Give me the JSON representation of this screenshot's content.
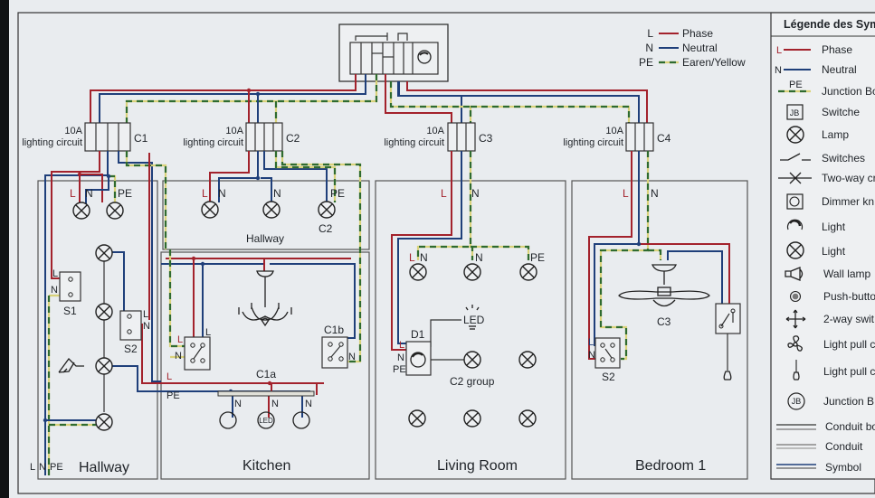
{
  "wire_key": {
    "items": [
      {
        "code": "L",
        "label": "Phase",
        "color": "#a3222c"
      },
      {
        "code": "N",
        "label": "Neutral",
        "color": "#1f3f7a"
      },
      {
        "code": "PE",
        "label": "Earen/Yellow",
        "color": "#2f6b2f"
      }
    ]
  },
  "colors": {
    "phase": "#a3222c",
    "neutral": "#1f3f7a",
    "earth_green": "#2f6b2f",
    "earth_yellow": "#d9d27a",
    "paper": "#e9ecef"
  },
  "breakers": [
    {
      "rating": "10A",
      "circuit": "lighting circuit",
      "id": "C1"
    },
    {
      "rating": "10A",
      "circuit": "lighting circuit",
      "id": "C2"
    },
    {
      "rating": "10A",
      "circuit": "lighting circuit",
      "id": "C3"
    },
    {
      "rating": "10A",
      "circuit": "lighting circuit",
      "id": "C4"
    }
  ],
  "rooms": {
    "hallway_left": {
      "name": "Hallway",
      "bottom_labels": [
        "L",
        "N",
        "PE"
      ],
      "top_labels": [
        "L",
        "N",
        "PE"
      ],
      "switches": [
        "S1",
        "S2"
      ],
      "switch_terminals": [
        "L",
        "N"
      ]
    },
    "hallway_top": {
      "name": "Hallway",
      "labels": [
        "L",
        "N",
        "N",
        "PE"
      ],
      "lamp_label": "C2"
    },
    "kitchen": {
      "name": "Kitchen",
      "switch_labels": [
        "L",
        "L",
        "N"
      ],
      "c1b": "C1b",
      "c1b_terminal": "N",
      "c1a": "C1a",
      "c1a_feed": [
        "L",
        "PE"
      ],
      "c1a_lamps": [
        "N",
        "N",
        "N"
      ],
      "led": "LED"
    },
    "living_room": {
      "name": "Living Room",
      "feed": [
        "L",
        "N"
      ],
      "lamp_labels": [
        "L",
        "N",
        "N",
        "PE"
      ],
      "dimmer": "D1",
      "dimmer_terminals": [
        "L",
        "N",
        "PE"
      ],
      "led": "LED",
      "group": "C2 group"
    },
    "bedroom1": {
      "name": "Bedroom 1",
      "feed": [
        "L",
        "N"
      ],
      "fan": "C3",
      "switch": "S2",
      "switch_terminals": [
        "L",
        "N"
      ]
    }
  },
  "legend": {
    "title": "Légende des Symb",
    "items": [
      {
        "icon": "phase-line",
        "code": "L",
        "label": "Phase"
      },
      {
        "icon": "neutral-line",
        "code": "N",
        "label": "Neutral"
      },
      {
        "icon": "earth-line",
        "code": "PE",
        "label": "Junction Bo"
      },
      {
        "icon": "jb-box",
        "code": "JB",
        "label": "Switche"
      },
      {
        "icon": "lamp",
        "label": "Lamp"
      },
      {
        "icon": "switch",
        "label": "Switches"
      },
      {
        "icon": "two-way-cross",
        "label": "Two-way cr"
      },
      {
        "icon": "dimmer-knob",
        "label": "Dimmer kn"
      },
      {
        "icon": "light-arc",
        "label": "Light"
      },
      {
        "icon": "lamp",
        "label": "Light"
      },
      {
        "icon": "wall-lamp",
        "label": "Wall lamp"
      },
      {
        "icon": "push-button",
        "label": "Push-butto"
      },
      {
        "icon": "two-way-arrows",
        "label": "2-way swit"
      },
      {
        "icon": "fan",
        "label": "Light pull c"
      },
      {
        "icon": "pull-cord",
        "label": "Light pull c"
      },
      {
        "icon": "junction-circle",
        "code": "JB",
        "label": "Junction B"
      },
      {
        "icon": "conduit-double",
        "label": "Conduit bo"
      },
      {
        "icon": "conduit-grey",
        "label": "Conduit"
      },
      {
        "icon": "symbol-blue",
        "label": "Symbol"
      }
    ]
  }
}
